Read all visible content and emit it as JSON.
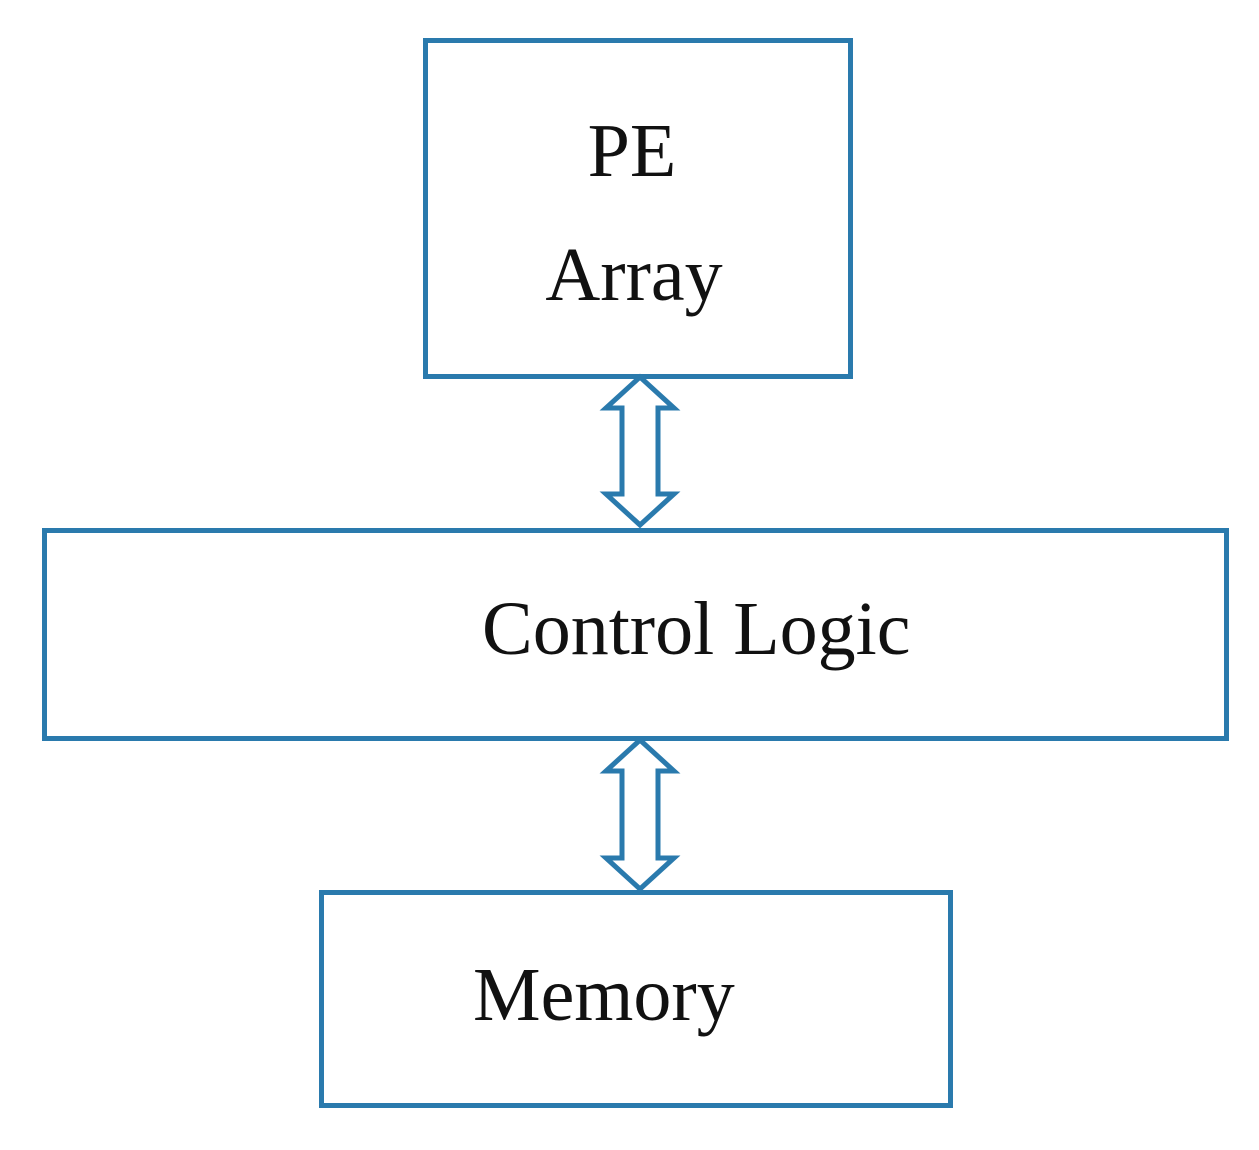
{
  "diagram": {
    "nodes": {
      "pe_array": {
        "line1": "PE",
        "line2": "Array"
      },
      "control_logic": {
        "label": "Control Logic"
      },
      "memory": {
        "label": "Memory"
      }
    },
    "edges": [
      {
        "from": "pe_array",
        "to": "control_logic",
        "style": "bidirectional-hollow-arrow"
      },
      {
        "from": "control_logic",
        "to": "memory",
        "style": "bidirectional-hollow-arrow"
      }
    ],
    "colors": {
      "border": "#2a7aad",
      "text": "#111111",
      "background": "#ffffff"
    }
  }
}
